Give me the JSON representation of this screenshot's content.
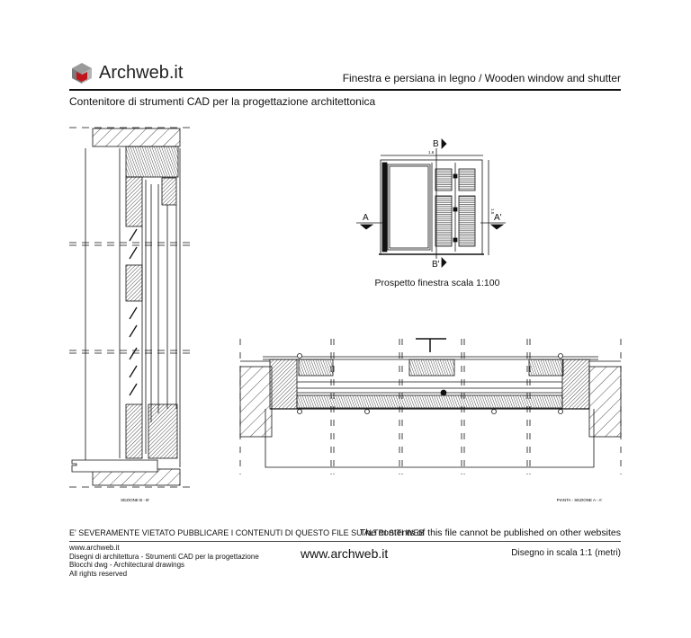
{
  "header": {
    "brand": "Archweb.it",
    "title": "Finestra e persiana in legno  /  Wooden window and shutter",
    "subtitle": "Contenitore di strumenti CAD per la progettazione architettonica",
    "logo_colors": {
      "top": "#9a9a9a",
      "front": "#c0161d"
    }
  },
  "elevation": {
    "caption": "Prospetto finestra scala 1:100",
    "section_a": "A",
    "section_a_prime": "A'",
    "section_b": "B",
    "section_b_prime": "B'",
    "dim_width": "1.6",
    "dim_height": "1.5"
  },
  "section_bb": {
    "label": "SEZIONE B - B'"
  },
  "plan_aa": {
    "label": "PIANTA - SEZIONE A - A'"
  },
  "footer": {
    "warning_it": "E' SEVERAMENTE VIETATO PUBBLICARE I CONTENUTI DI QUESTO FILE SU ALTRI SITI WEB",
    "warning_en": "The contents of this file cannot be published on other websites",
    "lines": [
      "www.archweb.it",
      "Disegni di architettura - Strumenti CAD  per la progettazione",
      "Blocchi dwg - Architectural drawings",
      "All rights reserved"
    ],
    "website": "www.archweb.it",
    "scale": "Disegno in scala 1:1 (metri)"
  }
}
